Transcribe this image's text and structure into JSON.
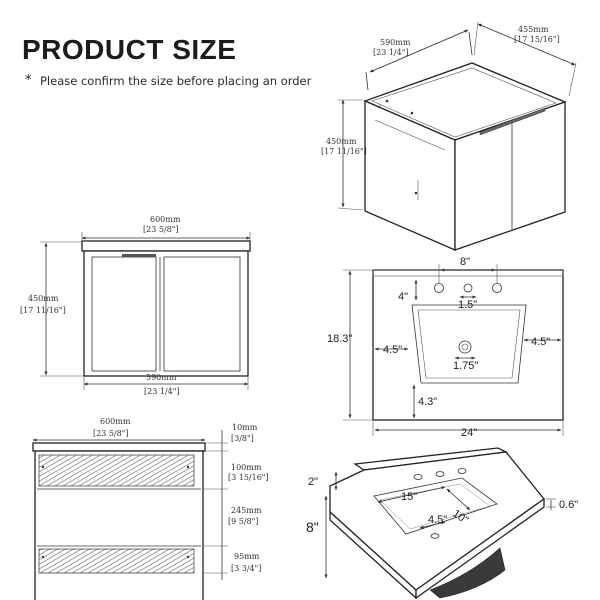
{
  "header": {
    "title": "PRODUCT SIZE",
    "star": "*",
    "subtitle": "Please confirm the size before placing an order"
  },
  "iso_cabinet": {
    "depth_mm": "455mm",
    "depth_in": "[17 15/16\"]",
    "width_mm": "590mm",
    "width_in": "[23 1/4\"]",
    "height_mm": "450mm",
    "height_in": "[17 11/16\"]"
  },
  "front_view": {
    "top_mm": "600mm",
    "top_in": "[23 5/8\"]",
    "height_mm": "450mm",
    "height_in": "[17 11/16\"]",
    "bottom_mm": "590mm",
    "bottom_in": "[23 1/4\"]"
  },
  "section_view": {
    "top_mm": "600mm",
    "top_in": "[23 5/8\"]",
    "slab_mm": "10mm",
    "slab_in": "[3/8\"]",
    "upper_mm": "100mm",
    "upper_in": "[3 15/16\"]",
    "middle_mm": "245mm",
    "middle_in": "[9 5/8\"]",
    "lower_mm": "95mm",
    "lower_in": "[3 3/4\"]"
  },
  "sink_top_view": {
    "faucet_spacing": "8\"",
    "hole_offset": "4\"",
    "hole_diameter": "1.5\"",
    "depth": "18.3\"",
    "side_left": "4.5\"",
    "side_right": "4.5\"",
    "drain": "1.75\"",
    "front_margin": "4.3\"",
    "width": "24\""
  },
  "sink_iso_view": {
    "backsplash": "2\"",
    "bowl_length": "15\"",
    "bowl_width": "10\"",
    "drain_offset": "4.5\"",
    "height": "8\"",
    "thickness": "0.6\""
  }
}
